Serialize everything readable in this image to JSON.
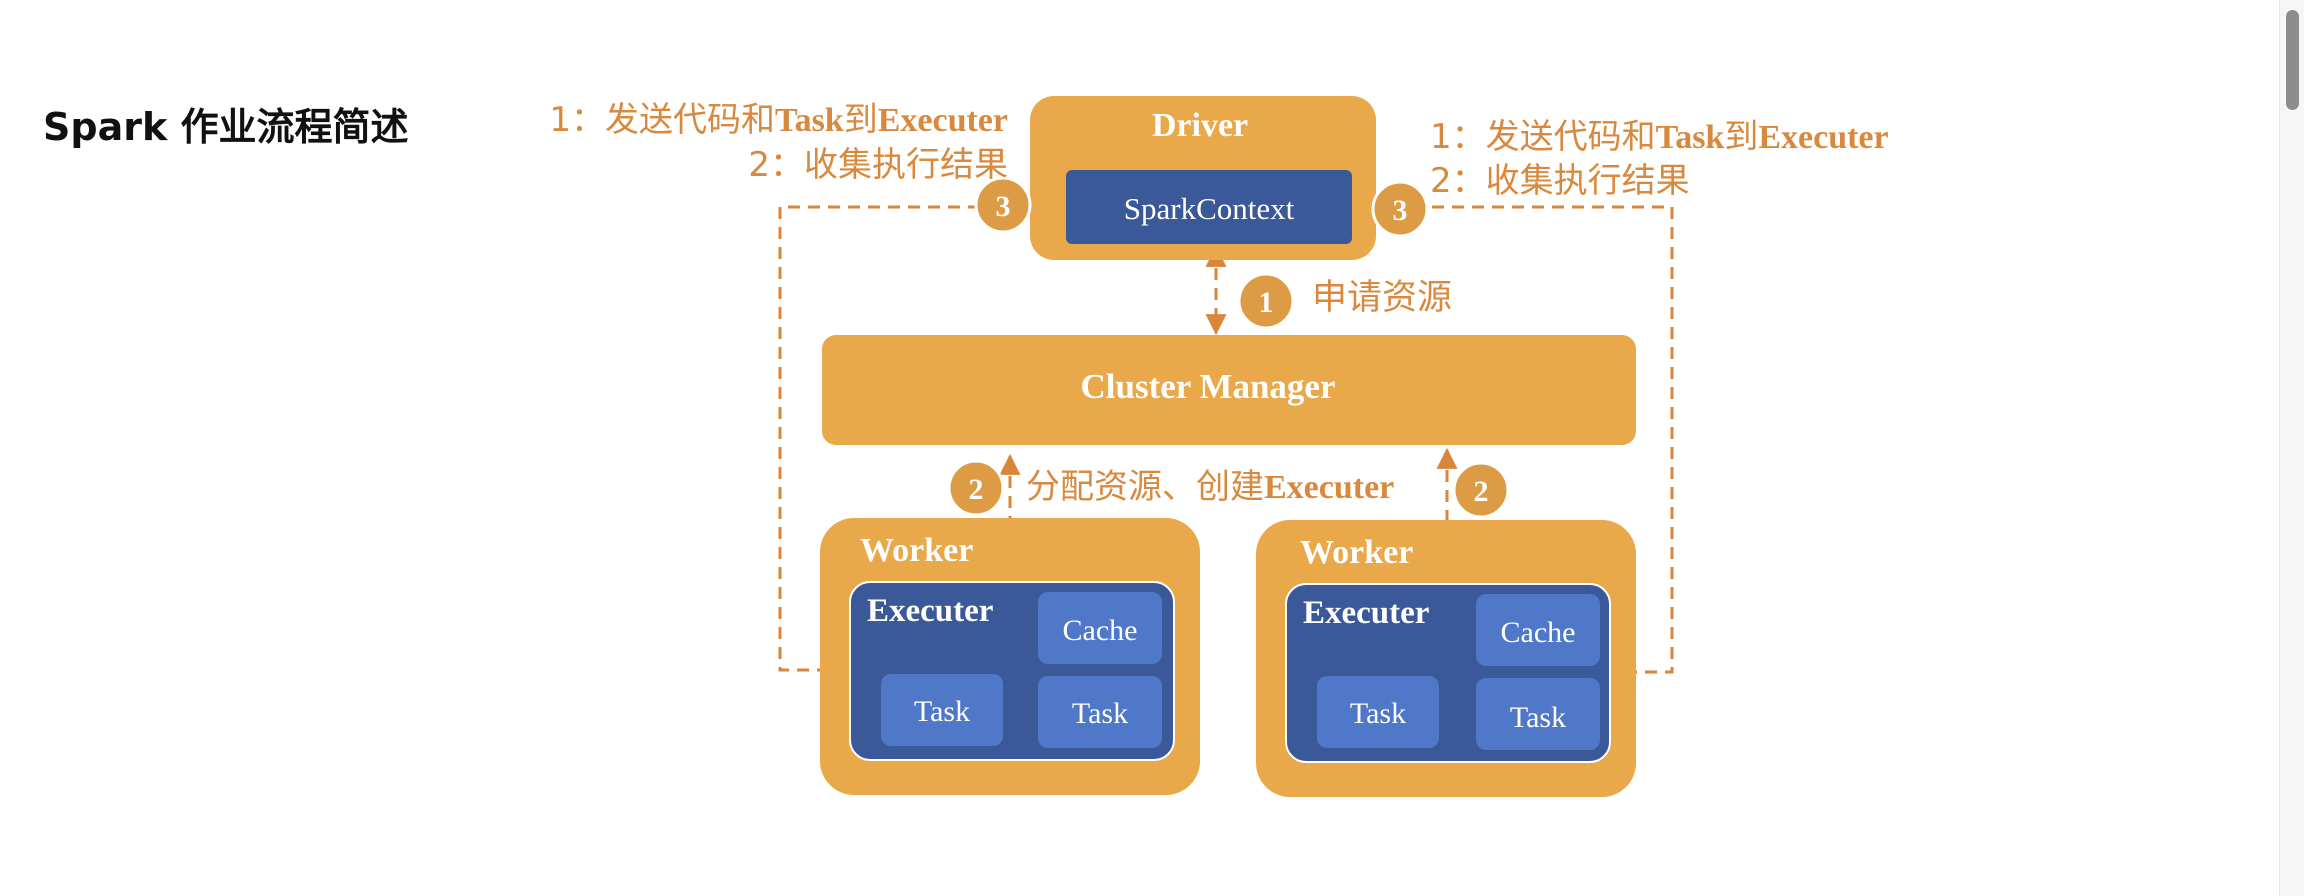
{
  "page": {
    "title": "Spark 作业流程简述"
  },
  "diagram": {
    "driver": {
      "label": "Driver",
      "context": "SparkContext"
    },
    "cluster_manager": {
      "label": "Cluster Manager"
    },
    "workers": [
      {
        "label": "Worker",
        "executer": "Executer",
        "cache": "Cache",
        "task1": "Task",
        "task2": "Task"
      },
      {
        "label": "Worker",
        "executer": "Executer",
        "cache": "Cache",
        "task1": "Task",
        "task2": "Task"
      }
    ],
    "steps": {
      "apply_resource": {
        "num": "1",
        "text": "申请资源"
      },
      "allocate": {
        "num": "2",
        "text_prefix": "分配资源、创建",
        "text_bold": "Executer",
        "num_right": "2"
      },
      "left_note": {
        "line1_prefix": "1：发送代码和",
        "line1_bold1": "Task",
        "line1_mid": "到",
        "line1_bold2": "Executer",
        "line2": "2：收集执行结果",
        "num": "3"
      },
      "right_note": {
        "line1_prefix": "1：发送代码和",
        "line1_bold1": "Task",
        "line1_mid": "到",
        "line1_bold2": "Executer",
        "line2": "2：收集执行结果",
        "num": "3"
      }
    },
    "colors": {
      "orange": "#E9A84A",
      "orange_text": "#D9893E",
      "badge": "#DE9B45",
      "dark_blue": "#3B5998",
      "light_blue": "#5078C8",
      "line": "#D9863A"
    }
  }
}
